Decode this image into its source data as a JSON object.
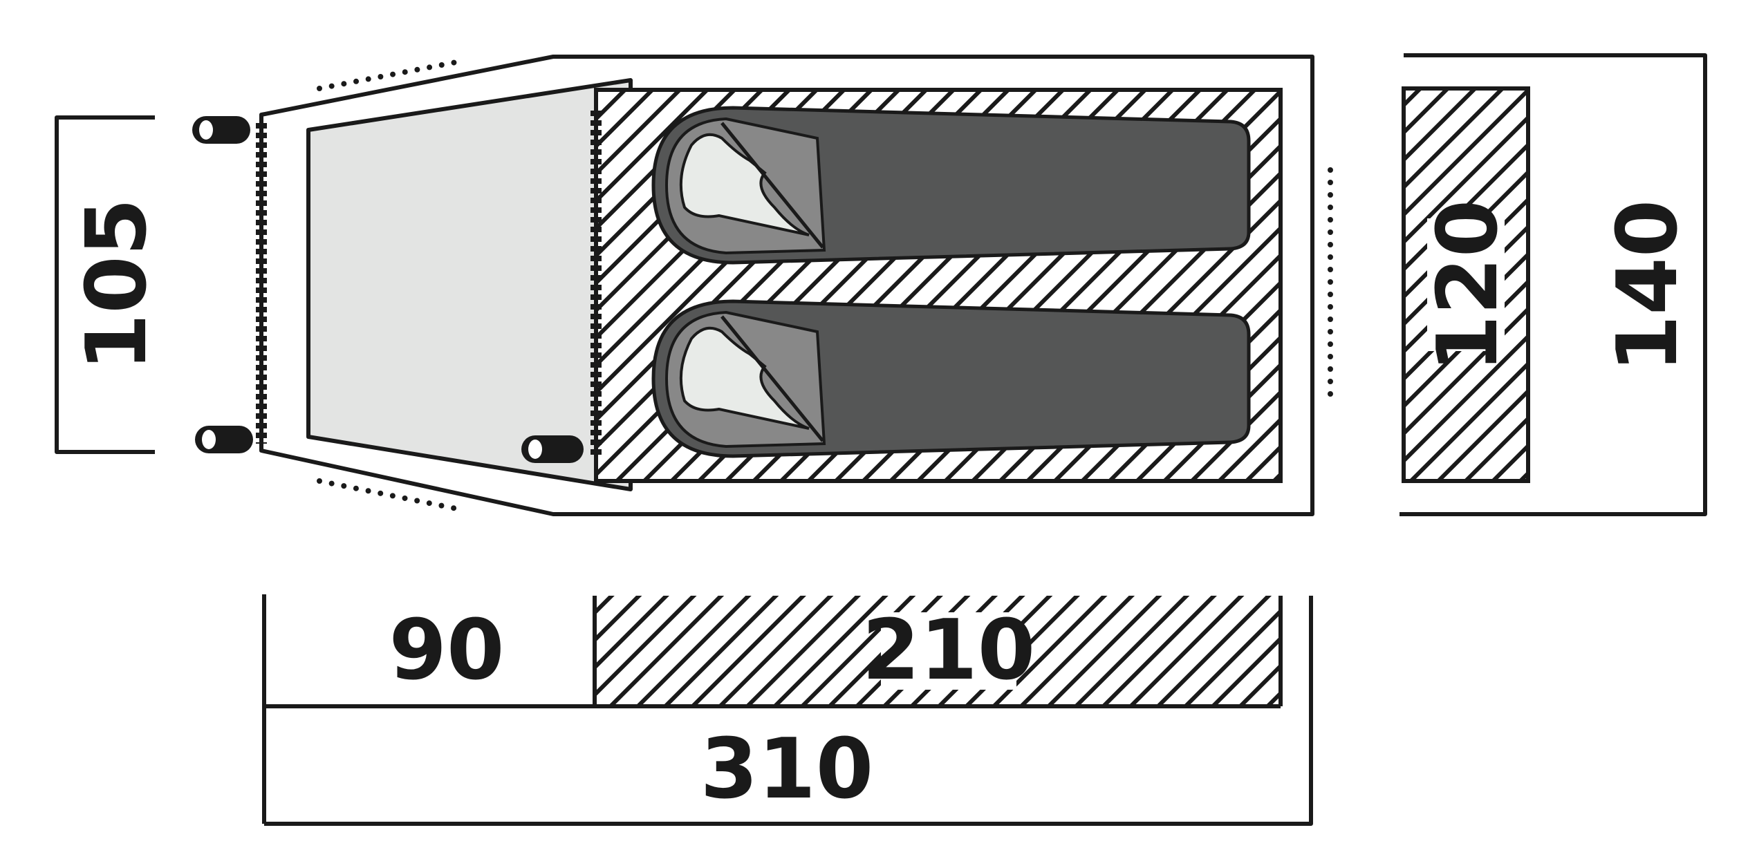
{
  "colors": {
    "line": "#1a1a1a",
    "vestibule_fill": "#e3e4e3",
    "inner_tent_bg": "#ffffff",
    "hatch": "#1a1a1a",
    "sleeping_bag": "#555656",
    "hood": "#888888",
    "person": "#e8ebe8"
  },
  "dimensions": {
    "vestibule_length": "90",
    "inner_length": "210",
    "total_length": "310",
    "door_width": "105",
    "inner_width": "120",
    "total_width": "140"
  },
  "icons": [
    "tent-peg-icon",
    "sleeping-bag-icon",
    "person-head-icon",
    "zipper-door-icon",
    "vent-dots-icon"
  ]
}
